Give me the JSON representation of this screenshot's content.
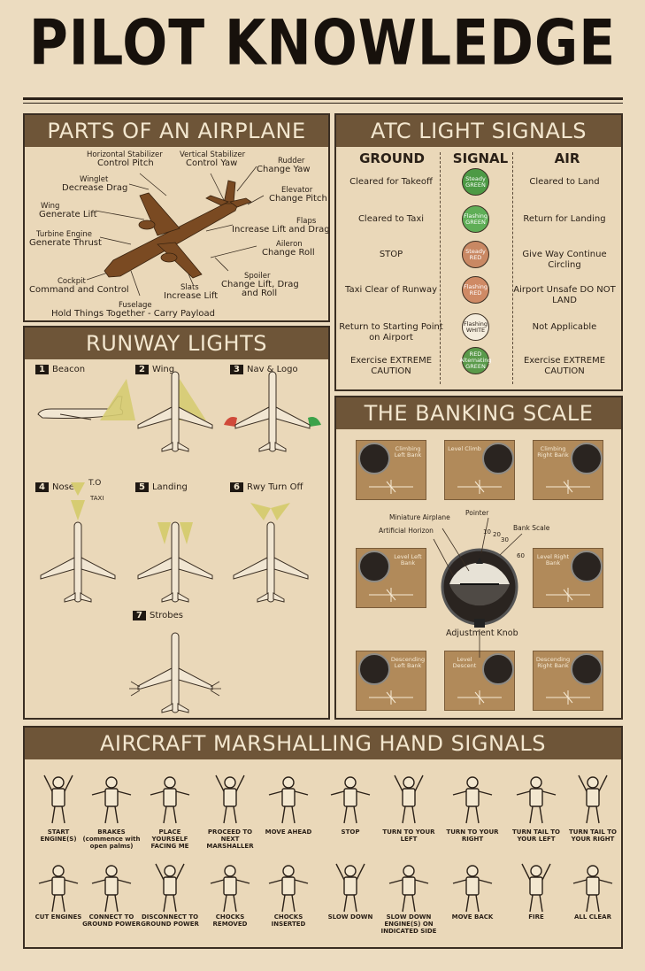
{
  "title": "PILOT KNOWLEDGE",
  "parts": {
    "title": "PARTS OF AN AIRPLANE",
    "labels": {
      "hstab": "Horizontal Stabilizer",
      "hstab_fn": "Control Pitch",
      "vstab": "Vertical Stabilizer",
      "vstab_fn": "Control Yaw",
      "rudder": "Rudder",
      "rudder_fn": "Change Yaw",
      "winglet": "Winglet",
      "winglet_fn": "Decrease Drag",
      "elevator": "Elevator",
      "elevator_fn": "Change Pitch",
      "wing": "Wing",
      "wing_fn": "Generate Lift",
      "flaps": "Flaps",
      "flaps_fn": "Increase Lift and Drag",
      "turbine": "Turbine Engine",
      "turbine_fn": "Generate Thrust",
      "aileron": "Aileron",
      "aileron_fn": "Change Roll",
      "spoiler": "Spoiler",
      "spoiler_fn1": "Change Lift, Drag",
      "spoiler_fn2": "and Roll",
      "cockpit": "Cockpit",
      "cockpit_fn": "Command and Control",
      "slats": "Slats",
      "slats_fn": "Increase Lift",
      "fuselage": "Fuselage",
      "fuselage_fn": "Hold Things Together - Carry Payload"
    }
  },
  "atc": {
    "title": "ATC LIGHT SIGNALS",
    "headers": {
      "ground": "GROUND",
      "signal": "SIGNAL",
      "air": "AIR"
    },
    "rows": [
      {
        "ground": "Cleared for Takeoff",
        "signal": "Steady GREEN",
        "air": "Cleared to Land",
        "color": "#4d9a45"
      },
      {
        "ground": "Cleared to Taxi",
        "signal": "Flashing GREEN",
        "air": "Return for Landing",
        "color": "#5fae57"
      },
      {
        "ground": "STOP",
        "signal": "Steady RED",
        "air": "Give Way Continue Circling",
        "color": "#c98863"
      },
      {
        "ground": "Taxi Clear of Runway",
        "signal": "Flashing RED",
        "air": "Airport Unsafe DO NOT LAND",
        "color": "#cf8a65"
      },
      {
        "ground": "Return to Starting Point on Airport",
        "signal": "Flashing WHITE",
        "air": "Not Applicable",
        "color": "#f4ecdc"
      },
      {
        "ground": "Exercise EXTREME CAUTION",
        "signal": "RED Alternating GREEN",
        "air": "Exercise EXTREME CAUTION",
        "color": "#5a9a4a"
      }
    ]
  },
  "runway": {
    "title": "RUNWAY LIGHTS",
    "items": [
      {
        "num": "1",
        "label": "Beacon"
      },
      {
        "num": "2",
        "label": "Wing"
      },
      {
        "num": "3",
        "label": "Nav & Logo"
      },
      {
        "num": "4",
        "label": "Nose"
      },
      {
        "num": "5",
        "label": "Landing"
      },
      {
        "num": "6",
        "label": "Rwy Turn Off"
      },
      {
        "num": "7",
        "label": "Strobes"
      }
    ],
    "to_label": "T.O",
    "taxi_label": "TAXI"
  },
  "banking": {
    "title": "THE BANKING SCALE",
    "boxes": [
      "Climbing Left Bank",
      "Level Climb",
      "Climbing Right Bank",
      "Level Left Bank",
      "Level Right Bank",
      "Descending Left Bank",
      "Level Descent",
      "Descending Right Bank"
    ],
    "center_labels": {
      "miniature": "Miniature Airplane",
      "pointer": "Pointer",
      "horizon": "Artificial Horizon",
      "bank_scale": "Bank Scale",
      "knob": "Adjustment Knob",
      "t10": "10",
      "t20": "20",
      "t30": "30",
      "t60": "60"
    }
  },
  "marshalling": {
    "title": "AIRCRAFT MARSHALLING HAND SIGNALS",
    "row1": [
      "START ENGINE(S)",
      "BRAKES (commence with open palms)",
      "PLACE YOURSELF FACING ME",
      "PROCEED TO NEXT MARSHALLER",
      "MOVE AHEAD",
      "STOP",
      "TURN TO YOUR LEFT",
      "TURN TO YOUR RIGHT",
      "TURN TAIL TO YOUR LEFT",
      "TURN TAIL TO YOUR RIGHT"
    ],
    "row2": [
      "CUT ENGINES",
      "CONNECT TO GROUND POWER",
      "DISCONNECT TO GROUND POWER",
      "CHOCKS REMOVED",
      "CHOCKS INSERTED",
      "SLOW DOWN",
      "SLOW DOWN ENGINE(S) ON INDICATED SIDE",
      "MOVE BACK",
      "FIRE",
      "ALL CLEAR"
    ]
  }
}
